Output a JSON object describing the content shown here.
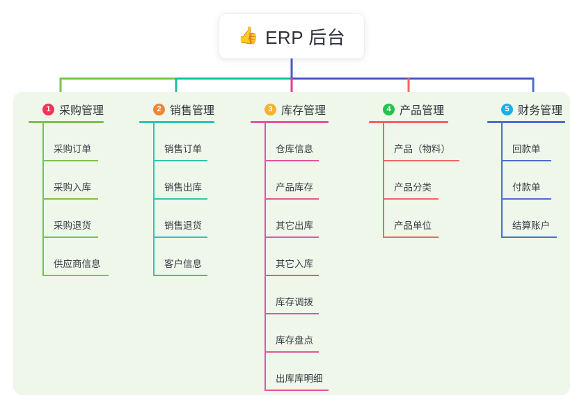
{
  "root": {
    "icon": "thumbs-up-icon",
    "icon_glyph": "👍",
    "label": "ERP 后台"
  },
  "panel": {
    "background": "#eef7ea"
  },
  "connectors": {
    "stem_color": "#4a57c4",
    "bus_segments": [
      {
        "name": "bus-green",
        "color": "#7cc24a"
      },
      {
        "name": "bus-teal",
        "color": "#12c2a0"
      },
      {
        "name": "bus-blue",
        "color": "#4a57c4"
      }
    ],
    "drops": [
      "#7cc24a",
      "#12c2a0",
      "#e8368f",
      "#f4645f",
      "#4a6fd0"
    ]
  },
  "columns": [
    {
      "number": "1",
      "title": "采购管理",
      "badge_color": "#f5325b",
      "theme_color": "#7cc24a",
      "rule_width": 108,
      "items": [
        {
          "label": "采购订单",
          "rule_width": 80
        },
        {
          "label": "采购入库",
          "rule_width": 80
        },
        {
          "label": "采购退货",
          "rule_width": 80
        },
        {
          "label": "供应商信息",
          "rule_width": 95
        }
      ]
    },
    {
      "number": "2",
      "title": "销售管理",
      "badge_color": "#f08437",
      "theme_color": "#2ec4b6",
      "rule_width": 108,
      "items": [
        {
          "label": "销售订单",
          "rule_width": 78
        },
        {
          "label": "销售出库",
          "rule_width": 78
        },
        {
          "label": "销售退货",
          "rule_width": 78
        },
        {
          "label": "客户信息",
          "rule_width": 78
        }
      ]
    },
    {
      "number": "3",
      "title": "库存管理",
      "badge_color": "#f5b427",
      "theme_color": "#e8529e",
      "rule_width": 112,
      "items": [
        {
          "label": "仓库信息",
          "rule_width": 78
        },
        {
          "label": "产品库存",
          "rule_width": 78
        },
        {
          "label": "其它出库",
          "rule_width": 78
        },
        {
          "label": "其它入库",
          "rule_width": 78
        },
        {
          "label": "库存调拨",
          "rule_width": 78
        },
        {
          "label": "库存盘点",
          "rule_width": 78
        },
        {
          "label": "出库库明细",
          "rule_width": 92
        }
      ]
    },
    {
      "number": "4",
      "title": "产品管理",
      "badge_color": "#27c24c",
      "theme_color": "#f4645f",
      "rule_width": 114,
      "items": [
        {
          "label": "产品（物料）",
          "rule_width": 110
        },
        {
          "label": "产品分类",
          "rule_width": 80
        },
        {
          "label": "产品单位",
          "rule_width": 80
        }
      ]
    },
    {
      "number": "5",
      "title": "财务管理",
      "badge_color": "#19b0e6",
      "theme_color": "#4a6fd0",
      "rule_width": 112,
      "items": [
        {
          "label": "回款单",
          "rule_width": 72
        },
        {
          "label": "付款单",
          "rule_width": 72
        },
        {
          "label": "结算账户",
          "rule_width": 80
        }
      ]
    }
  ]
}
